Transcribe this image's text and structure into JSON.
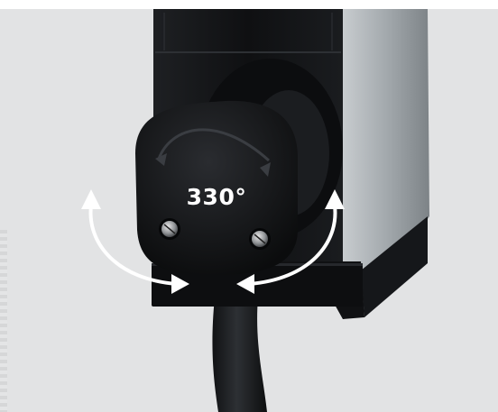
{
  "product_photo": {
    "rotation_label": "330°",
    "colors": {
      "background": "#e2e3e4",
      "housing_dark": "#121315",
      "housing_side": "#9aa0a4",
      "arrows": "#ffffff"
    },
    "icons": [
      "rotation-arc-arrow",
      "double-headed-curved-arrow",
      "screw-head"
    ]
  }
}
